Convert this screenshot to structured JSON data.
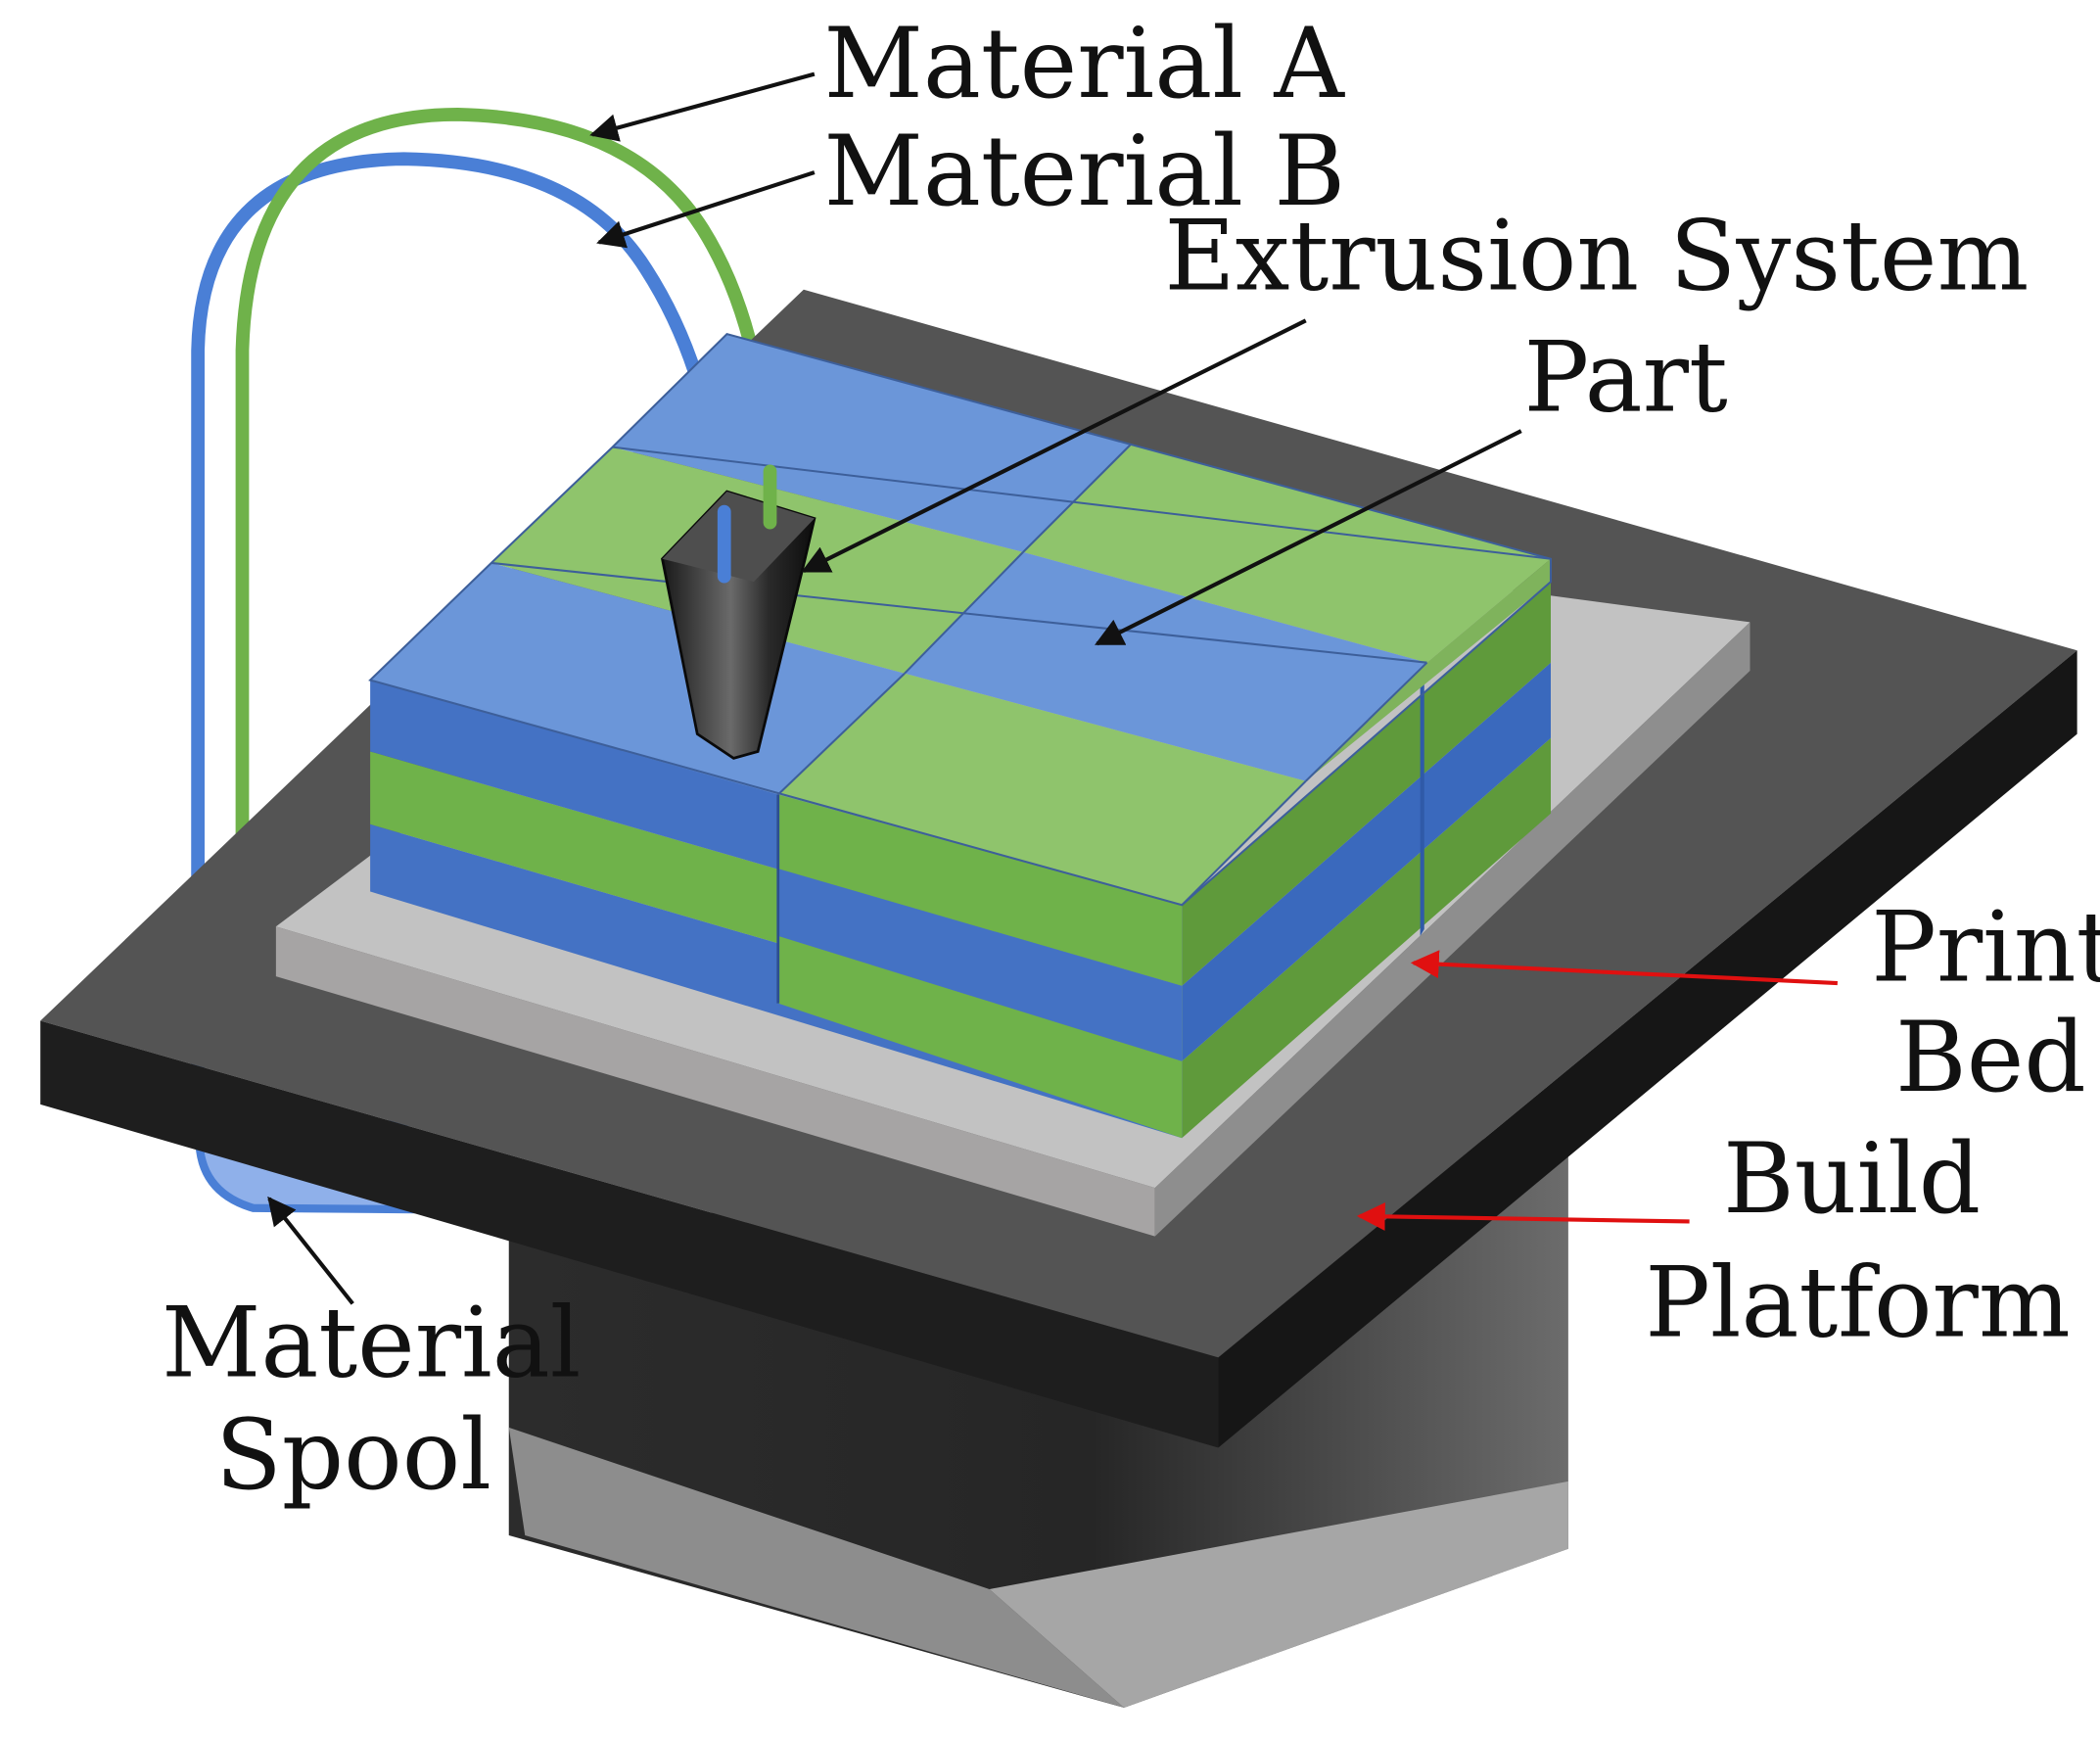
{
  "labels": {
    "material_a": "Material A",
    "material_b": "Material B",
    "extrusion_system": "Extrusion System",
    "part": "Part",
    "print": "Print",
    "bed": "Bed",
    "build": "Build",
    "platform": "Platform",
    "material": "Material",
    "spool": "Spool"
  },
  "colors": {
    "material_a": "#6fb24a",
    "material_b": "#4a7fd6",
    "platform": "#333333",
    "print_bed": "#bfbfbf",
    "pointer_red": "#e01010",
    "pointer_black": "#111111"
  }
}
